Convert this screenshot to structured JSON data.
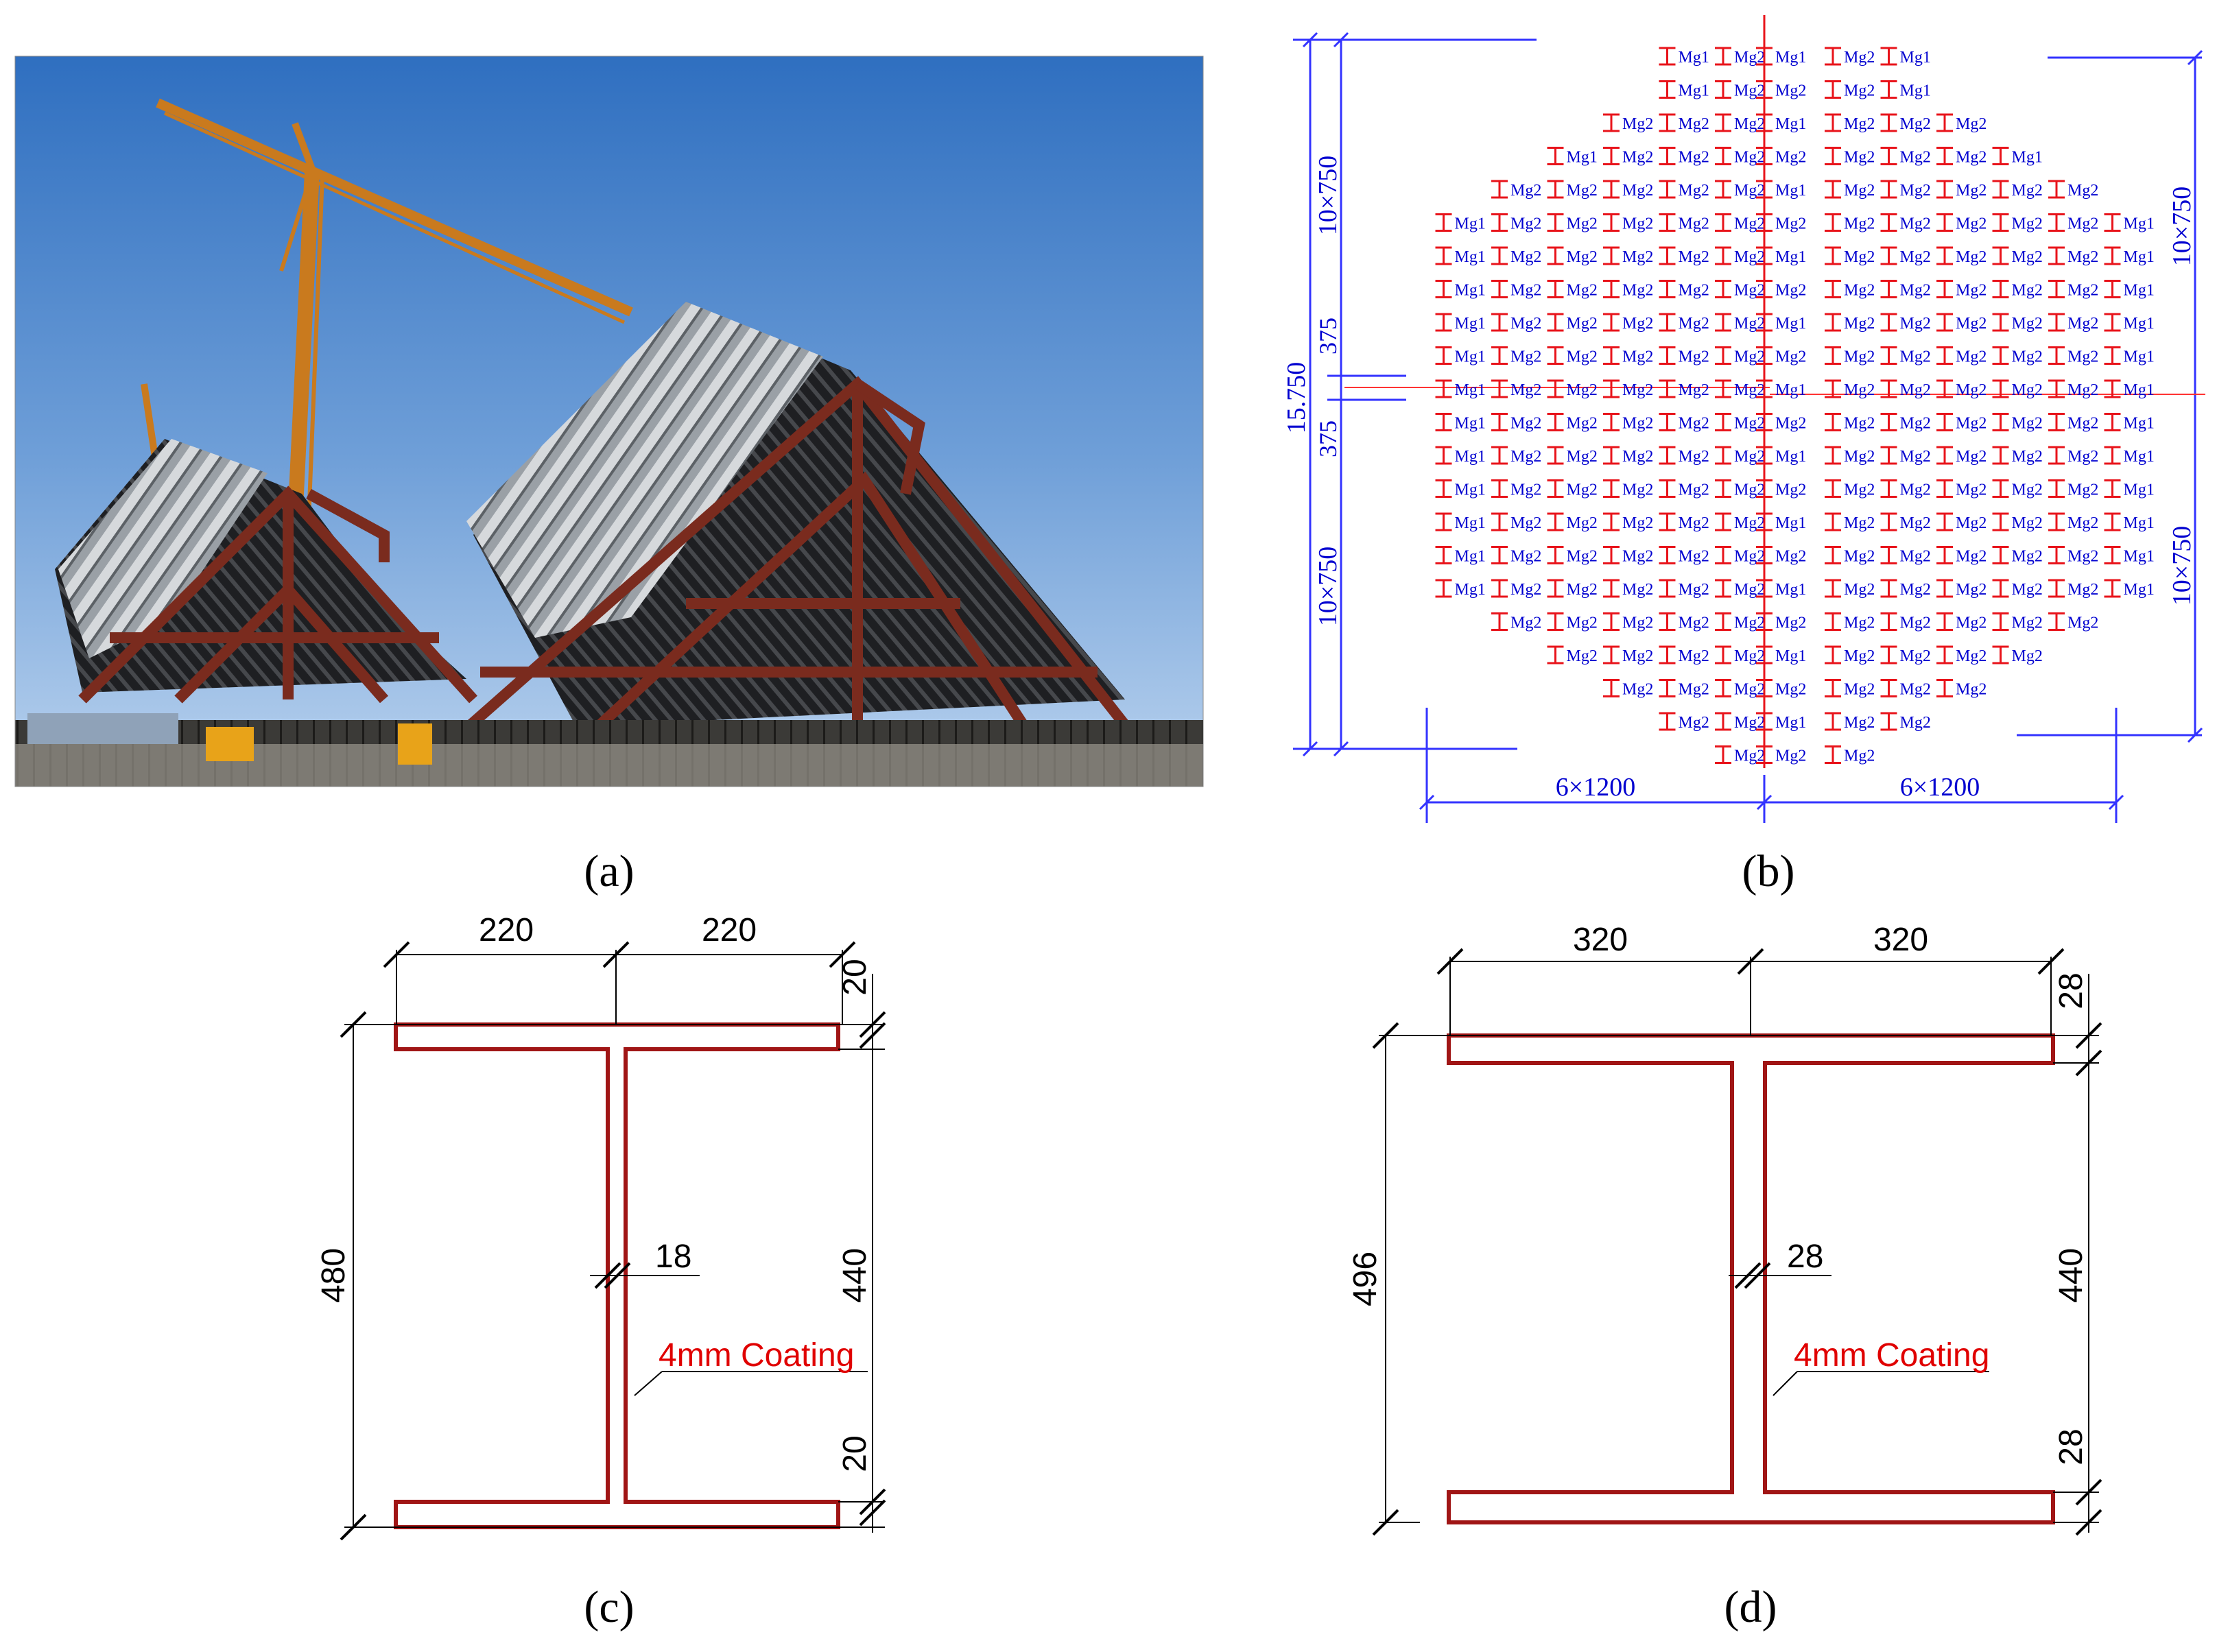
{
  "captions": {
    "a": "(a)",
    "b": "(b)",
    "c": "(c)",
    "d": "(d)"
  },
  "panel_b": {
    "labels": {
      "mg1": "Mg1",
      "mg2": "Mg2",
      "top_left": "10×750",
      "top_right": "10×750",
      "bottom_left": "10×750",
      "bottom_right": "10×750",
      "upper_mid": "375",
      "lower_mid": "375",
      "total_height": "15.750",
      "bottom_left_width": "6×1200",
      "bottom_right_width": "6×1200"
    },
    "colors": {
      "dimension": "#3333ff",
      "member": "#e8141b",
      "label": "#0000d0"
    }
  },
  "panel_c": {
    "top_left_width": "220",
    "top_right_width": "220",
    "top_flange": "20",
    "bottom_flange": "20",
    "overall_height": "480",
    "web_height": "440",
    "web_thickness": "18",
    "coating": "4mm Coating"
  },
  "panel_d": {
    "top_left_width": "320",
    "top_right_width": "320",
    "top_flange": "28",
    "bottom_flange": "28",
    "overall_height": "496",
    "web_height": "440",
    "web_thickness": "28",
    "coating": "4mm Coating"
  },
  "colors": {
    "section_outline": "#a01515",
    "coating_label": "#e00000"
  }
}
